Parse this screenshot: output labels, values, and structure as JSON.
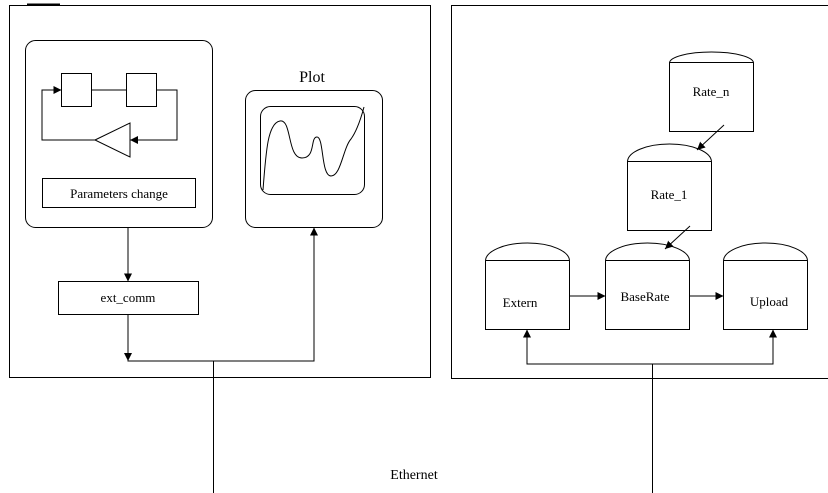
{
  "left_panel": {
    "plot_title": "Plot",
    "param_label": "Parameters change",
    "comm_label": "ext_comm"
  },
  "right_panel": {
    "rate_n": "Rate_n",
    "rate_1": "Rate_1",
    "extern": "Extern",
    "base_rate": "BaseRate",
    "upload": "Upload"
  },
  "network_label": "Ethernet"
}
